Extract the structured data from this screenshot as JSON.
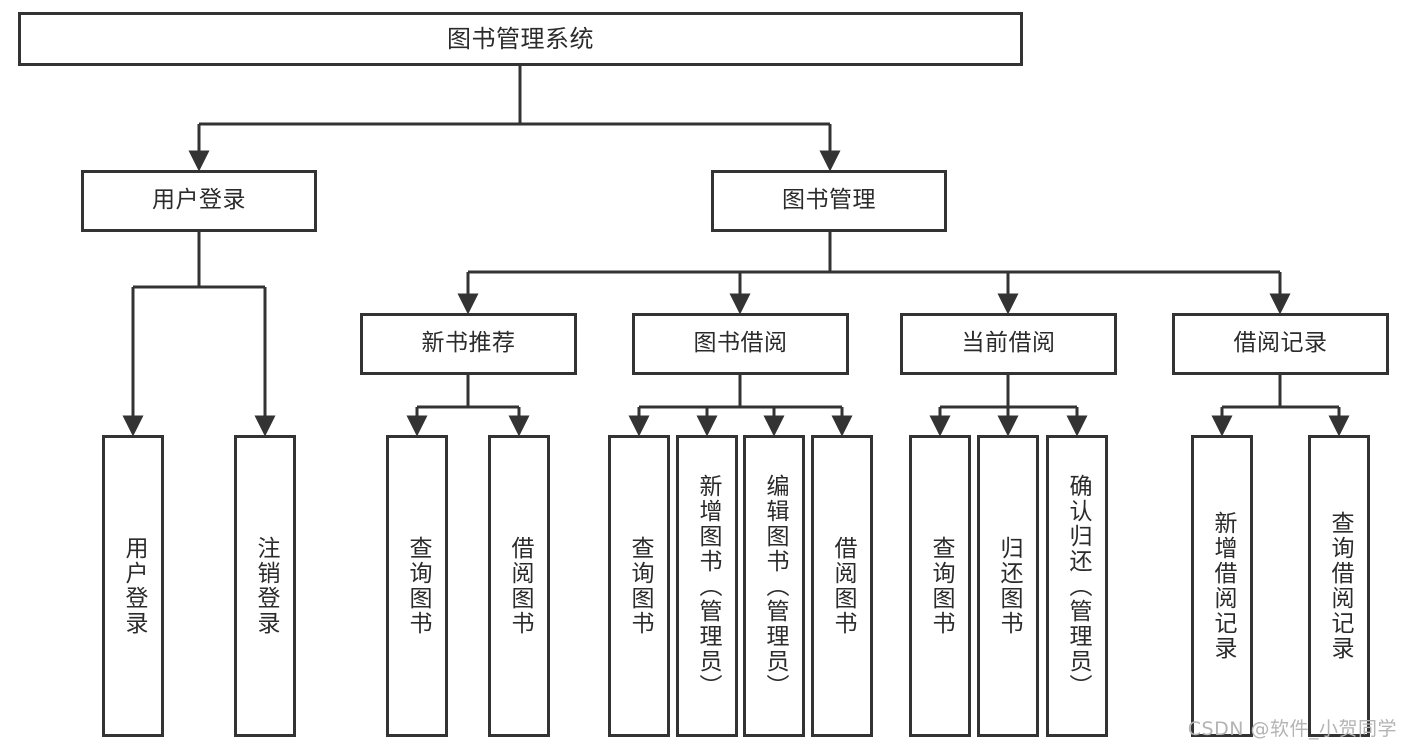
{
  "diagram": {
    "title": "图书管理系统",
    "type": "tree-hierarchy",
    "watermark": "CSDN @软件_小贺同学",
    "colors": {
      "box_border": "#333333",
      "box_fill": "#ffffff",
      "text": "#2b2b2b",
      "edge": "#333333",
      "watermark": "#b4b4b4",
      "background": "#ffffff"
    },
    "nodes": {
      "root": {
        "label": "图书管理系统"
      },
      "level2": [
        {
          "label": "用户登录"
        },
        {
          "label": "图书管理"
        }
      ],
      "level3": [
        {
          "label": "新书推荐"
        },
        {
          "label": "图书借阅"
        },
        {
          "label": "当前借阅"
        },
        {
          "label": "借阅记录"
        }
      ],
      "leaves": {
        "user_login": [
          {
            "label": "用户登录"
          },
          {
            "label": "注销登录"
          }
        ],
        "new_book_recommend": [
          {
            "label": "查询图书"
          },
          {
            "label": "借阅图书"
          }
        ],
        "book_borrow": [
          {
            "label": "查询图书"
          },
          {
            "label": "新增图书（管理员）"
          },
          {
            "label": "编辑图书（管理员）"
          },
          {
            "label": "借阅图书"
          }
        ],
        "current_borrow": [
          {
            "label": "查询图书"
          },
          {
            "label": "归还图书"
          },
          {
            "label": "确认归还（管理员）"
          }
        ],
        "borrow_record": [
          {
            "label": "新增借阅记录"
          },
          {
            "label": "查询借阅记录"
          }
        ]
      }
    }
  }
}
